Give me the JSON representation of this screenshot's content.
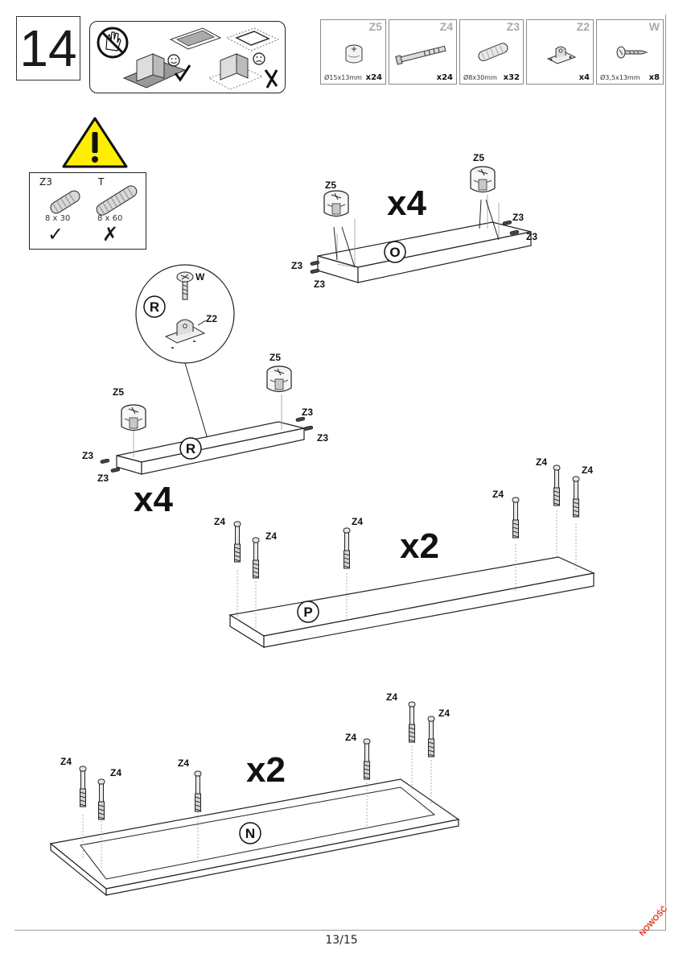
{
  "step": {
    "number": "14"
  },
  "hardware": [
    {
      "code": "Z5",
      "size": "Ø15x13mm",
      "quantity": "x24",
      "icon": "cam-lock-icon"
    },
    {
      "code": "Z4",
      "size": "",
      "quantity": "x24",
      "icon": "cam-bolt-icon"
    },
    {
      "code": "Z3",
      "size": "Ø8x30mm",
      "quantity": "x32",
      "icon": "wooden-dowel-icon"
    },
    {
      "code": "Z2",
      "size": "",
      "quantity": "x4",
      "icon": "bracket-icon"
    },
    {
      "code": "W",
      "size": "Ø3,5x13mm",
      "quantity": "x8",
      "icon": "screw-icon"
    }
  ],
  "warning": {
    "icon": "warning-triangle-icon",
    "correct": {
      "label": "Z3",
      "dimension": "8 x 30",
      "mark": "✓"
    },
    "wrong": {
      "label": "T",
      "dimension": "8 x 60",
      "mark": "✗"
    }
  },
  "assemblies": {
    "panel_o": {
      "panel": "O",
      "multiplier": "x4",
      "cams": [
        "Z5",
        "Z5"
      ],
      "dowels": [
        "Z3",
        "Z3",
        "Z3",
        "Z3"
      ]
    },
    "panel_r": {
      "panel": "R",
      "multiplier": "x4",
      "cams": [
        "Z5",
        "Z5"
      ],
      "dowels": [
        "Z3",
        "Z3",
        "Z3",
        "Z3"
      ],
      "detail": {
        "panel": "R",
        "screw": "W",
        "bracket": "Z2"
      }
    },
    "panel_p": {
      "panel": "P",
      "multiplier": "x2",
      "bolts": [
        "Z4",
        "Z4",
        "Z4",
        "Z4",
        "Z4",
        "Z4"
      ]
    },
    "panel_n": {
      "panel": "N",
      "multiplier": "x2",
      "bolts": [
        "Z4",
        "Z4",
        "Z4",
        "Z4",
        "Z4",
        "Z4"
      ]
    }
  },
  "footer": {
    "page": "13/15",
    "badge": "NOWOŚĆ"
  },
  "colors": {
    "line": "#1a1a1a",
    "frame": "#9a9a9a",
    "warning_fill": "#ffee00",
    "badge": "#e43a1c",
    "code_gray": "#a9a9a9"
  }
}
